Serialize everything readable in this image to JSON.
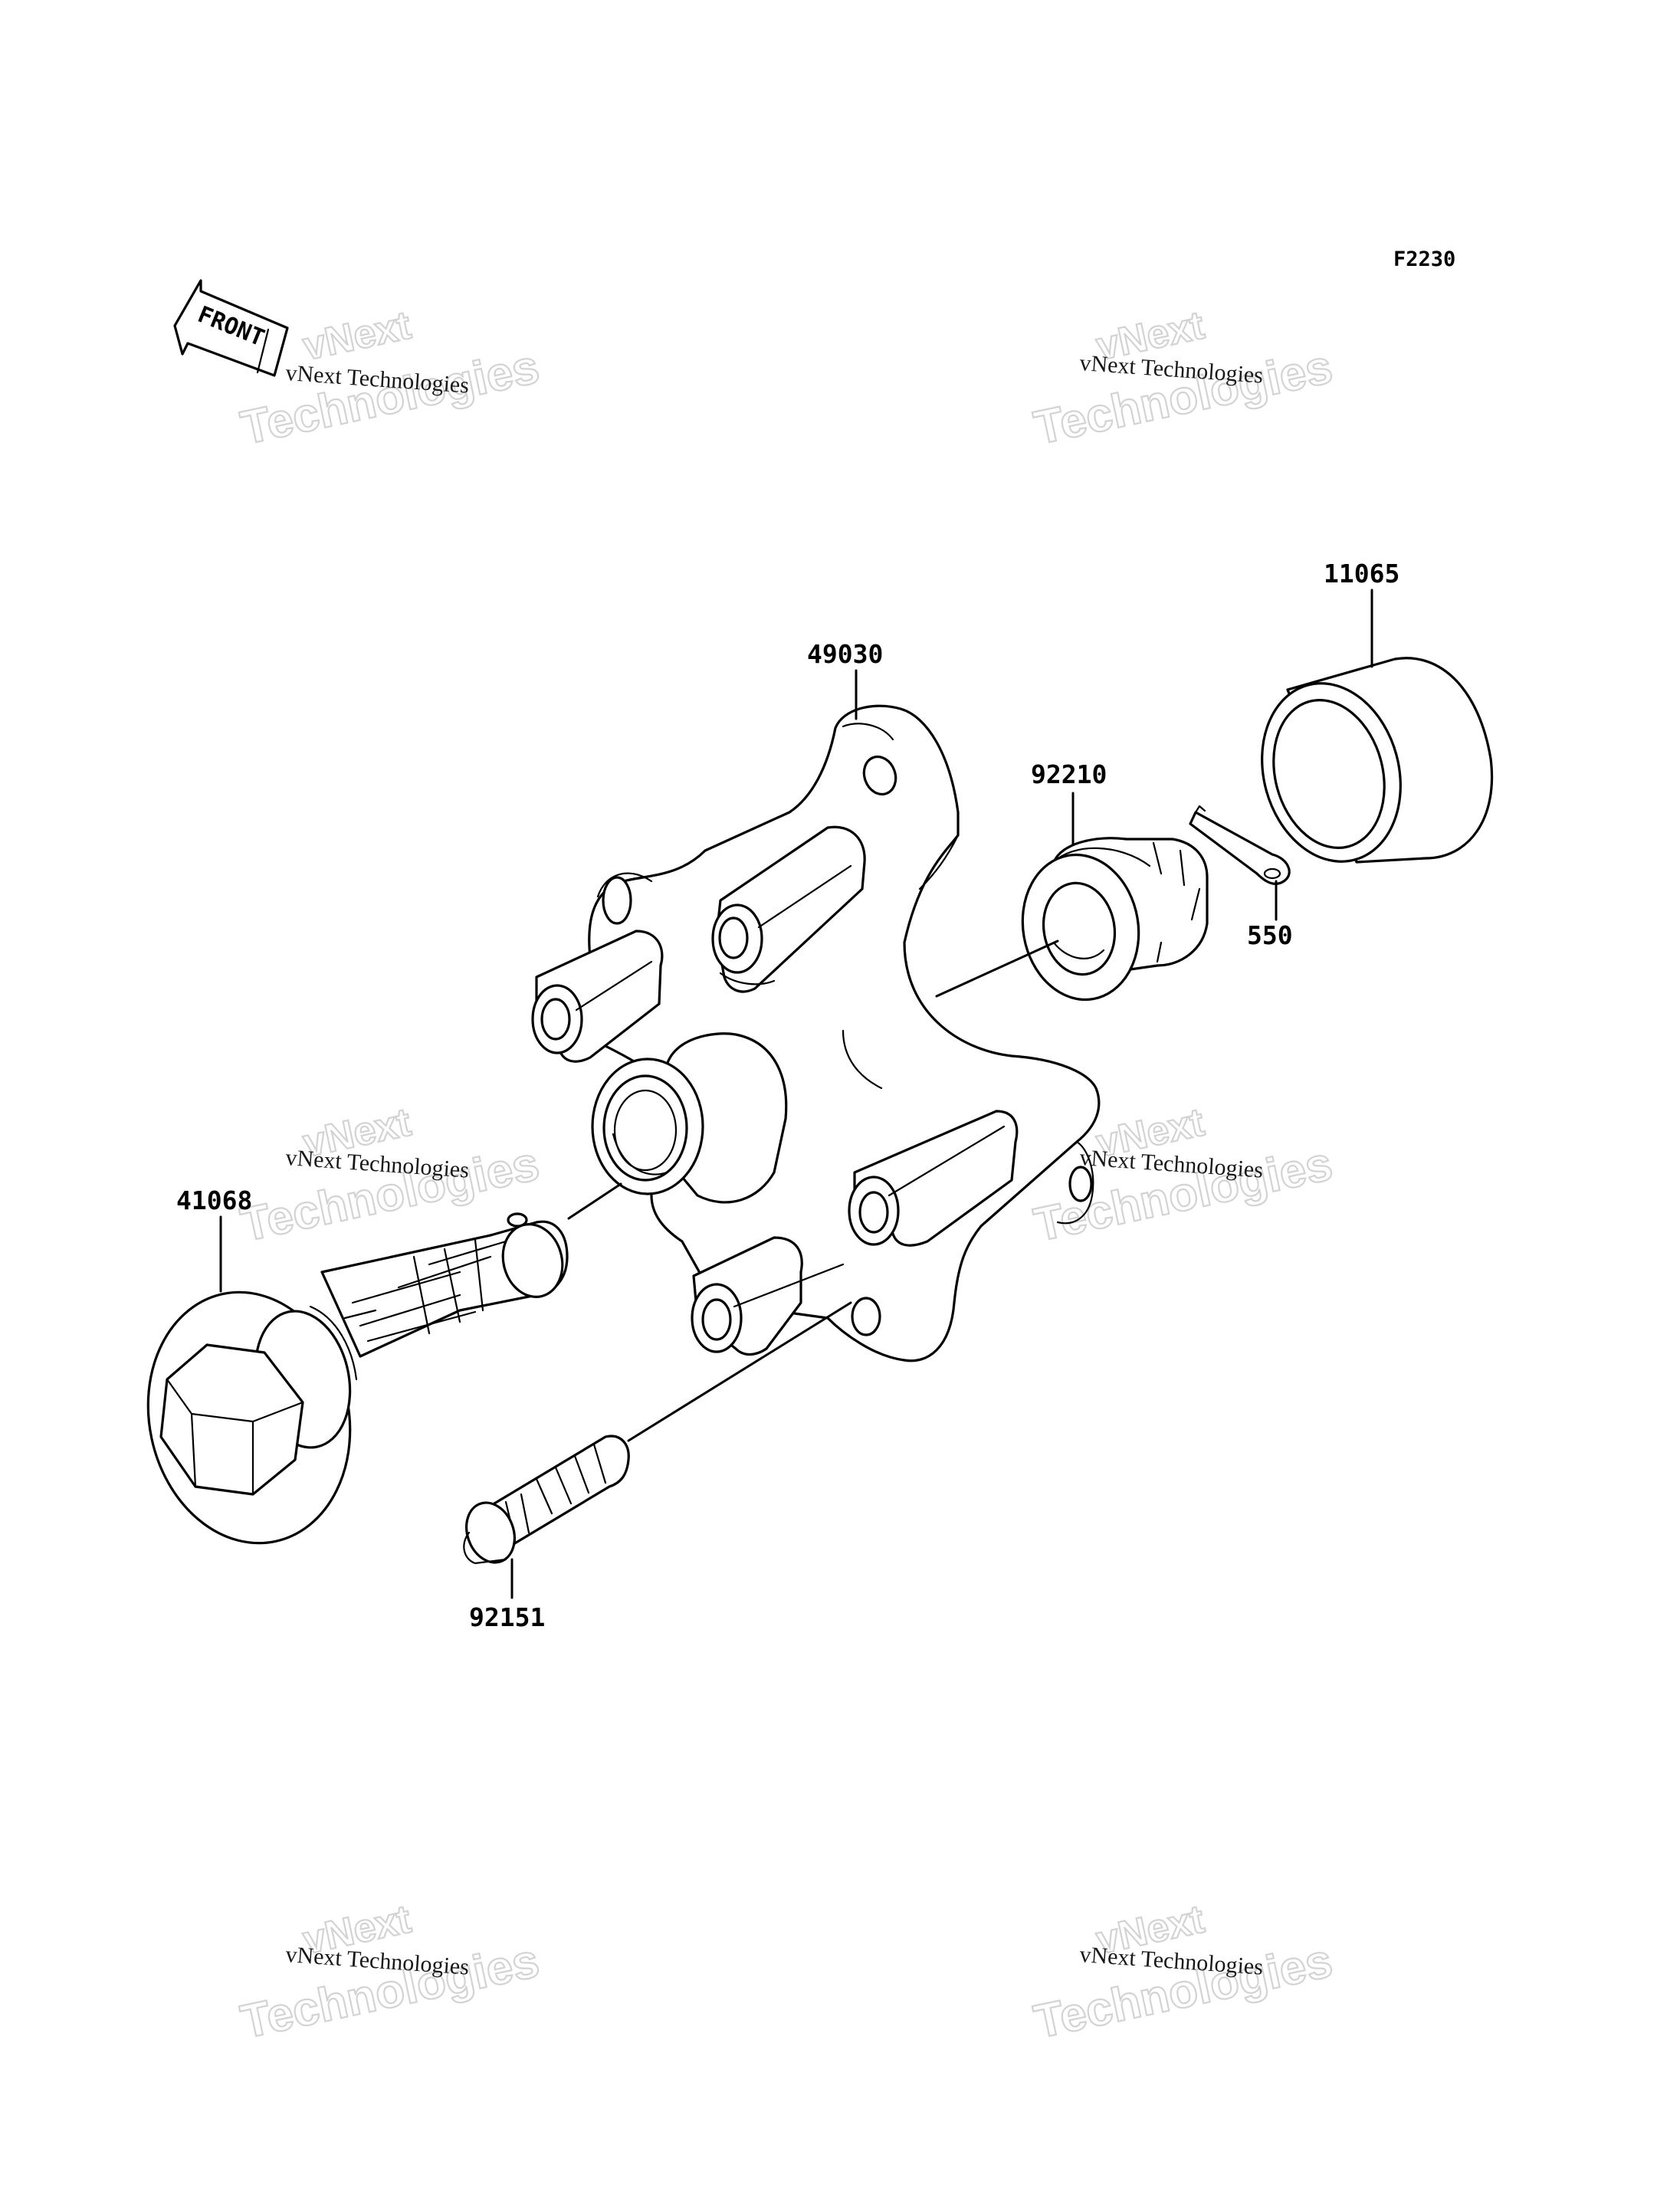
{
  "figure_code": "F2230",
  "front_arrow_label": "FRONT",
  "watermark": {
    "line1": "vNext",
    "line2": "Technologies",
    "caption": "vNext Technologies"
  },
  "callouts": [
    {
      "id": "49030",
      "label": "49030"
    },
    {
      "id": "92210",
      "label": "92210"
    },
    {
      "id": "11065",
      "label": "11065"
    },
    {
      "id": "550",
      "label": "550"
    },
    {
      "id": "41068",
      "label": "41068"
    },
    {
      "id": "92151",
      "label": "92151"
    }
  ]
}
